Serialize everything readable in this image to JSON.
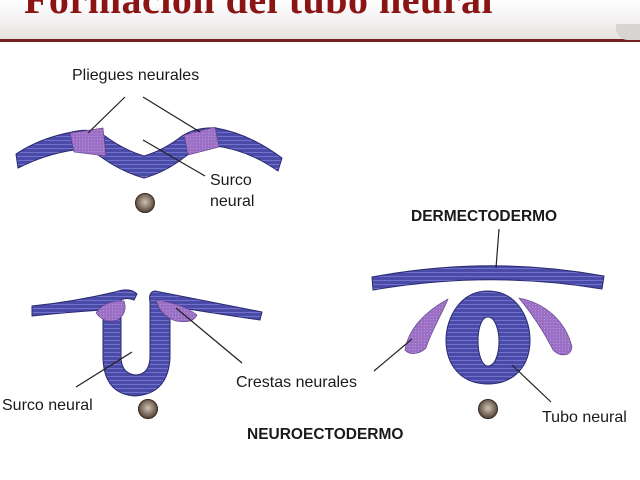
{
  "title": "Formación del tubo neural",
  "labels": {
    "pliegues_neurales": "Pliegues neurales",
    "surco_neural_top_line1": "Surco",
    "surco_neural_top_line2": "neural",
    "dermectodermo": "DERMECTODERMO",
    "crestas_neurales": "Crestas neurales",
    "surco_neural": "Surco neural",
    "tubo_neural": "Tubo neural",
    "neuroectodermo": "NEUROECTODERMO"
  },
  "colors": {
    "title": "#8b1414",
    "tissue": "#4a4aa8",
    "crest": "#9a6fc4",
    "notochord": "#7a6a5a"
  }
}
